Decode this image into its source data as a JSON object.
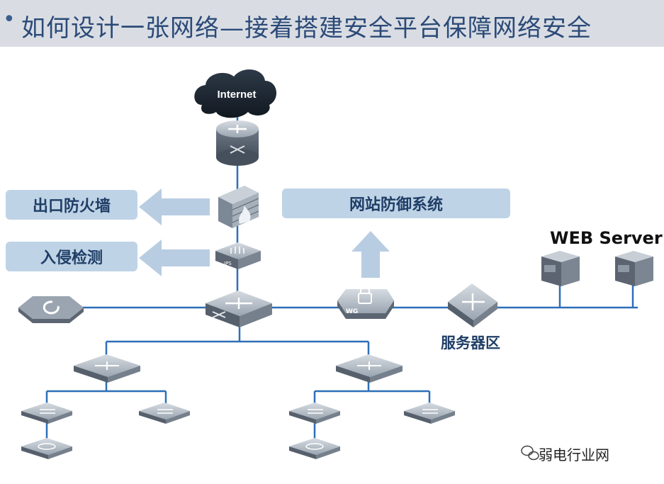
{
  "title": {
    "bullet": "•",
    "text": "如何设计一张网络—接着搭建安全平台保障网络安全"
  },
  "labels": {
    "firewall": "出口防火墙",
    "ids": "入侵检测",
    "website_defense": "网站防御系统",
    "web_server": "WEB Server",
    "server_zone": "服务器区",
    "internet": "Internet",
    "ips": "IPS",
    "wg": "WG"
  },
  "watermark": "弱电行业网",
  "colors": {
    "title_bg": "#d9dde3",
    "title_text": "#2b4a78",
    "box_bg": "#bfd3e6",
    "line": "#2d6fb8",
    "arrow": "#b9cde2"
  }
}
